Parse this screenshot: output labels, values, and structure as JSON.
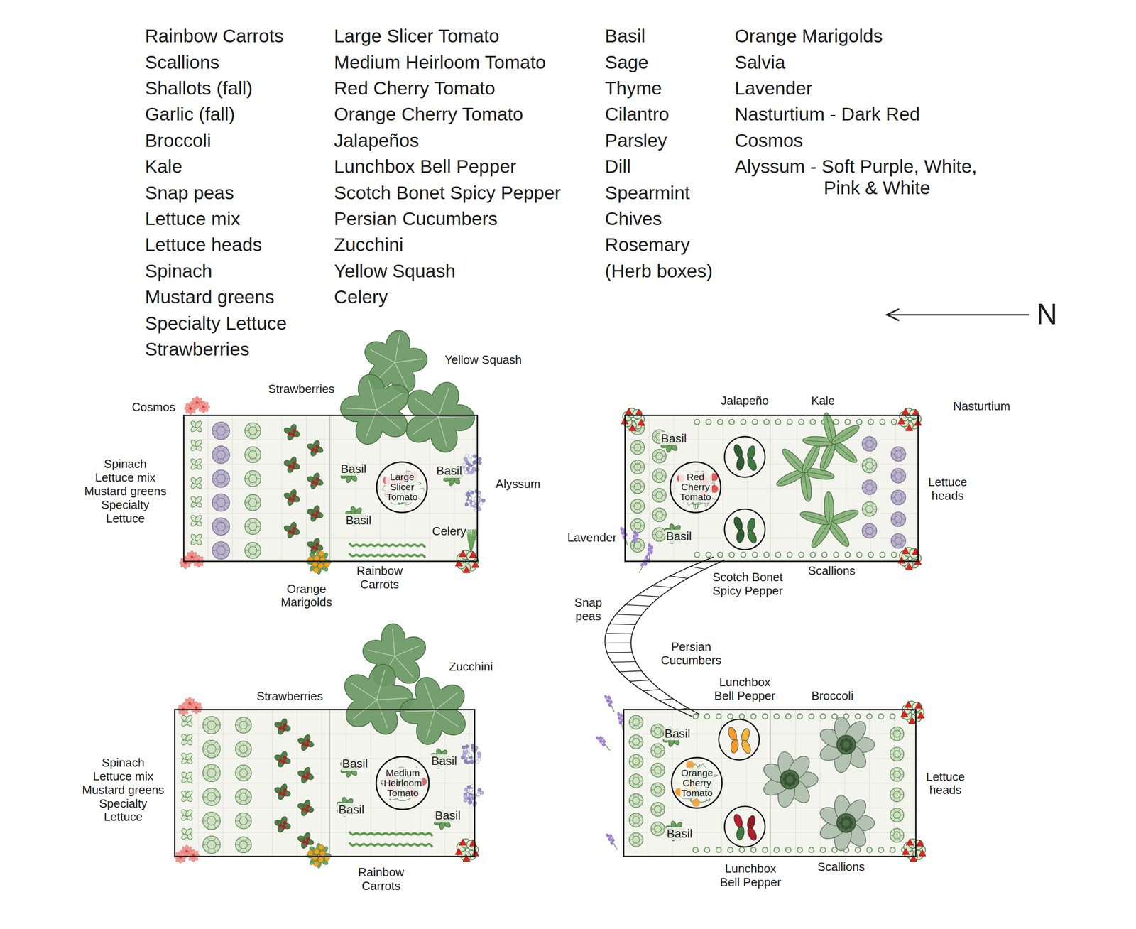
{
  "diagram": {
    "nodes": [
      {
        "text": [
          "Basil",
          "Basil",
          "Basil",
          "Celery"
        ]
      },
      {
        "text": [
          "Large Slicer Tomato"
        ],
        "in": 0
      },
      {
        "text": [
          "Basil",
          "Basil"
        ]
      },
      {
        "text": [
          "Red Cherry Tomato"
        ],
        "in": 2
      },
      {
        "text": [
          "Basil",
          "Basil",
          "Basil",
          "Basil"
        ]
      },
      {
        "text": [
          "Medium Heirloom Tomato"
        ],
        "in": 4
      },
      {
        "text": [
          "Basil",
          "Basil"
        ]
      },
      {
        "text": [
          "Orange Cherry Tomato"
        ],
        "in": 6
      }
    ],
    "labels": [
      "Rainbow Carrots",
      "Scallions",
      "Shallots (fall)",
      "Garlic (fall)",
      "Broccoli",
      "Kale",
      "Snap peas",
      "Lettuce mix",
      "Lettuce heads",
      "Spinach",
      "Mustard greens",
      "Specialty Lettuce",
      "Strawberries",
      "Large Slicer Tomato",
      "Medium Heirloom Tomato",
      "Red Cherry Tomato",
      "Orange Cherry Tomato",
      "Jalapeños",
      "Lunchbox Bell Pepper",
      "Scotch Bonet Spicy Pepper",
      "Persian Cucumbers",
      "Zucchini",
      "Yellow Squash",
      "Celery",
      "Basil",
      "Sage",
      "Thyme",
      "Cilantro",
      "Parsley",
      "Dill",
      "Spearmint",
      "Chives",
      "Rosemary",
      "(Herb boxes)",
      "Orange Marigolds",
      "Salvia",
      "Lavender",
      "Nasturtium - Dark Red",
      "Cosmos",
      "Alyssum - Soft Purple, White, Pink & White",
      "Yellow Squash",
      "Strawberries",
      "Cosmos",
      "Spinach Lettuce mix Mustard greens Specialty Lettuce",
      "Alyssum",
      "Orange Marigolds",
      "Rainbow Carrots",
      "Strawberries",
      "Zucchini",
      "Spinach Lettuce mix Mustard greens Specialty Lettuce",
      "Rainbow Carrots",
      "Jalapeño",
      "Kale",
      "Nasturtium",
      "Lettuce heads",
      "Lavender",
      "Scotch Bonet Spicy Pepper",
      "Scallions",
      "Snap peas",
      "Persian Cucumbers",
      "Lunchbox Bell Pepper",
      "Broccoli",
      "Lettuce heads",
      "Lunchbox Bell Pepper",
      "Scallions",
      "N"
    ]
  }
}
